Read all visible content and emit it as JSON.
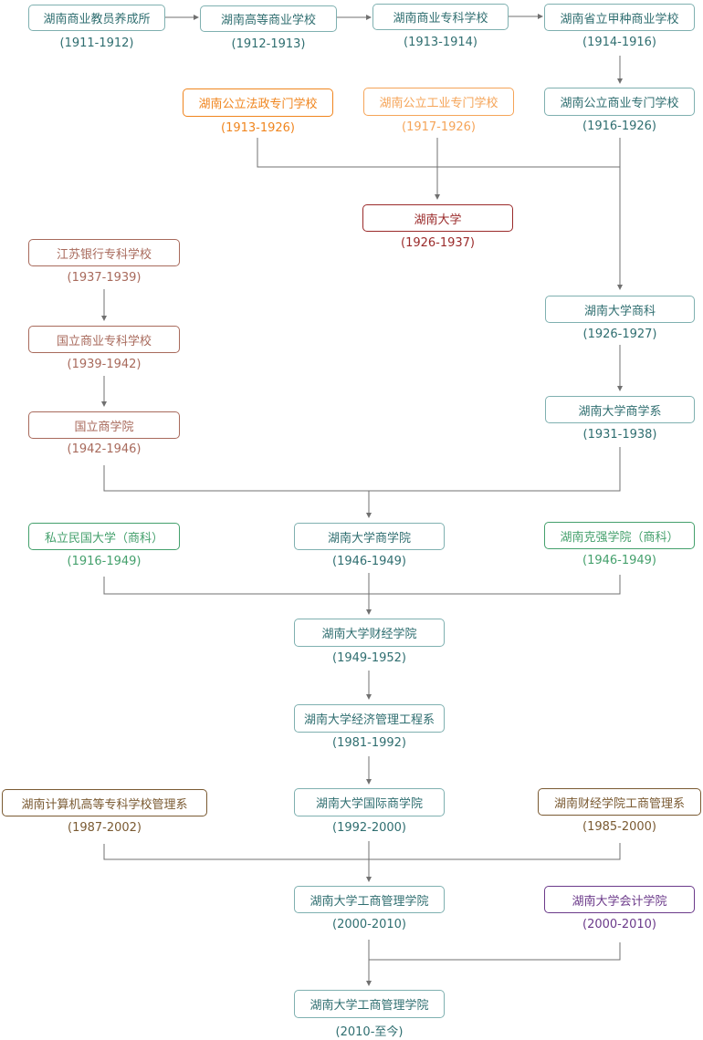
{
  "colors": {
    "teal": "#2f6e70",
    "teal_border": "#7fb0b0",
    "orange": "#f0851e",
    "orange_light": "#f5a458",
    "dark_red": "#9a2a2a",
    "brick": "#a86a5c",
    "green": "#44a06c",
    "brown": "#7a5a32",
    "purple": "#6b3a8a",
    "line": "#707070"
  },
  "nodes": [
    {
      "name": "湖南商业教员养成所",
      "years": "(1911-1912)"
    },
    {
      "name": "湖南高等商业学校",
      "years": "(1912-1913)"
    },
    {
      "name": "湖南商业专科学校",
      "years": "(1913-1914)"
    },
    {
      "name": "湖南省立甲种商业学校",
      "years": "(1914-1916)"
    },
    {
      "name": "湖南公立法政专门学校",
      "years": "(1913-1926)"
    },
    {
      "name": "湖南公立工业专门学校",
      "years": "(1917-1926)"
    },
    {
      "name": "湖南公立商业专门学校",
      "years": "(1916-1926)"
    },
    {
      "name": "湖南大学",
      "years": "(1926-1937)"
    },
    {
      "name": "江苏银行专科学校",
      "years": "(1937-1939)"
    },
    {
      "name": "国立商业专科学校",
      "years": "(1939-1942)"
    },
    {
      "name": "国立商学院",
      "years": "(1942-1946)"
    },
    {
      "name": "湖南大学商科",
      "years": "(1926-1927)"
    },
    {
      "name": "湖南大学商学系",
      "years": "(1931-1938)"
    },
    {
      "name": "私立民国大学（商科）",
      "years": "(1916-1949)"
    },
    {
      "name": "湖南大学商学院",
      "years": "(1946-1949)"
    },
    {
      "name": "湖南克强学院（商科）",
      "years": "(1946-1949)"
    },
    {
      "name": "湖南大学财经学院",
      "years": "(1949-1952)"
    },
    {
      "name": "湖南大学经济管理工程系",
      "years": "(1981-1992)"
    },
    {
      "name": "湖南计算机高等专科学校管理系",
      "years": "(1987-2002)"
    },
    {
      "name": "湖南大学国际商学院",
      "years": "(1992-2000)"
    },
    {
      "name": "湖南财经学院工商管理系",
      "years": "(1985-2000)"
    },
    {
      "name": "湖南大学工商管理学院",
      "years": "(2000-2010)"
    },
    {
      "name": "湖南大学会计学院",
      "years": "(2000-2010)"
    },
    {
      "name": "湖南大学工商管理学院",
      "years": "(2010-至今)"
    }
  ]
}
